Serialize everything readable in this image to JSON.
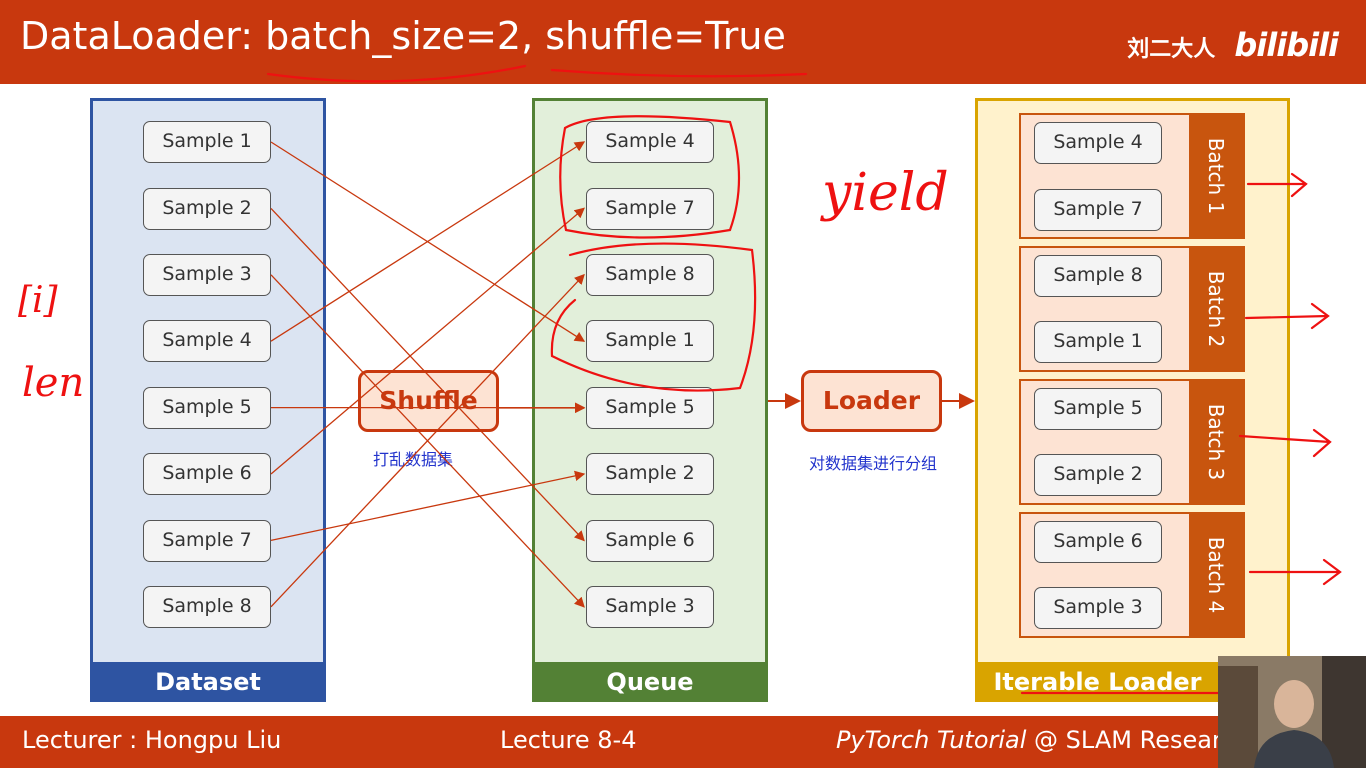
{
  "header": {
    "title": "DataLoader: batch_size=2, shuffle=True",
    "channel": "刘二大人",
    "logo": "bilibili"
  },
  "dataset": {
    "label": "Dataset",
    "samples": [
      "Sample 1",
      "Sample 2",
      "Sample 3",
      "Sample 4",
      "Sample 5",
      "Sample 6",
      "Sample 7",
      "Sample 8"
    ]
  },
  "shuffle": {
    "label": "Shuffle",
    "note": "打乱数据集"
  },
  "queue": {
    "label": "Queue",
    "samples": [
      "Sample 4",
      "Sample 7",
      "Sample 8",
      "Sample 1",
      "Sample 5",
      "Sample 2",
      "Sample 6",
      "Sample 3"
    ]
  },
  "loader": {
    "label": "Loader",
    "note": "对数据集进行分组"
  },
  "iterable": {
    "label": "Iterable Loader",
    "batches": [
      {
        "label": "Batch 1",
        "samples": [
          "Sample 4",
          "Sample 7"
        ]
      },
      {
        "label": "Batch 2",
        "samples": [
          "Sample 8",
          "Sample 1"
        ]
      },
      {
        "label": "Batch 3",
        "samples": [
          "Sample 5",
          "Sample 2"
        ]
      },
      {
        "label": "Batch 4",
        "samples": [
          "Sample 6",
          "Sample 3"
        ]
      }
    ]
  },
  "annotations": {
    "yield": "yield",
    "index": "[i]",
    "len": "len"
  },
  "footer": {
    "lecturer": "Lecturer : Hongpu Liu",
    "lecture": "Lecture 8-4",
    "course_italic": "PyTorch Tutorial",
    "course_rest": " @ SLAM Research Group"
  },
  "shuffle_mapping": [
    4,
    6,
    8,
    1,
    5,
    7,
    2,
    3
  ],
  "colors": {
    "accent": "#c8380e",
    "dataset_fill": "#dbe4f2",
    "dataset_border": "#2e54a2",
    "queue_fill": "#e2efda",
    "queue_border": "#538135",
    "loader_fill": "#fff2cc",
    "loader_border": "#d9a400",
    "note": "#2233cc",
    "ink": "#ee1111"
  }
}
